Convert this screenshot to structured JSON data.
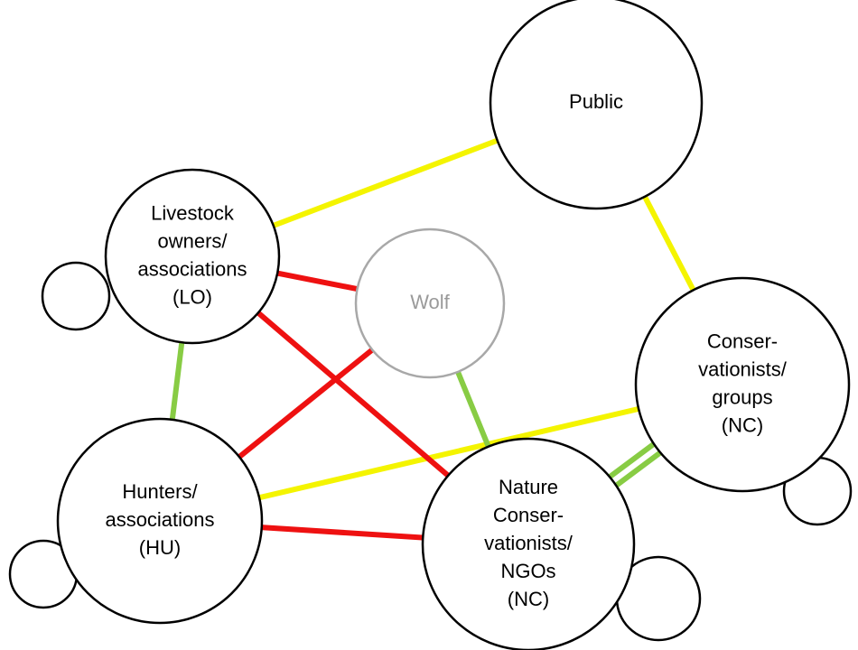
{
  "colors": {
    "conflict": "#ee1111",
    "cooperation": "#88cc44",
    "neutral": "#f4f400",
    "node_stroke": "#000000",
    "wolf_stroke": "#a8a8a8",
    "wolf_text": "#9a9a9a",
    "text": "#000000"
  },
  "nodes": {
    "public": {
      "lines": [
        "Public"
      ]
    },
    "livestock": {
      "lines": [
        "Livestock",
        "owners/",
        "associations",
        "(LO)"
      ]
    },
    "wolf": {
      "lines": [
        "Wolf"
      ]
    },
    "conservationists": {
      "lines": [
        "Conser-",
        "vationists/",
        "groups",
        "(NC)"
      ]
    },
    "hunters": {
      "lines": [
        "Hunters/",
        "associations",
        "(HU)"
      ]
    },
    "nature": {
      "lines": [
        "Nature",
        "Conser-",
        "vationists/",
        "NGOs",
        "(NC)"
      ]
    }
  },
  "edges": [
    {
      "from": "livestock",
      "to": "public",
      "type": "neutral"
    },
    {
      "from": "public",
      "to": "conservationists",
      "type": "neutral"
    },
    {
      "from": "hunters",
      "to": "conservationists",
      "type": "neutral"
    },
    {
      "from": "livestock",
      "to": "wolf",
      "type": "conflict"
    },
    {
      "from": "livestock",
      "to": "nature",
      "type": "conflict"
    },
    {
      "from": "wolf",
      "to": "hunters",
      "type": "conflict"
    },
    {
      "from": "hunters",
      "to": "nature",
      "type": "conflict"
    },
    {
      "from": "livestock",
      "to": "hunters",
      "type": "cooperation"
    },
    {
      "from": "wolf",
      "to": "nature",
      "type": "cooperation"
    },
    {
      "from": "nature",
      "to": "conservationists",
      "type": "cooperation",
      "double": true
    }
  ]
}
